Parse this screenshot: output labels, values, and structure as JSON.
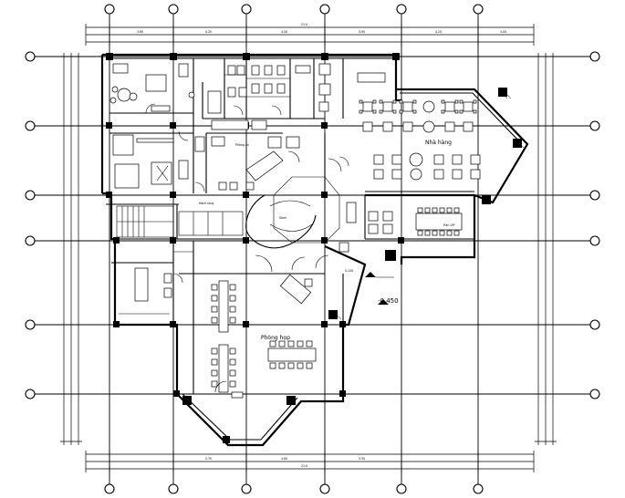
{
  "room_labels": {
    "dining_hall": "Nhà hàng",
    "kitchen_room": "Phòng ăn",
    "meeting_room": "Phòng họp",
    "lobby": "Sảnh",
    "vip_room": "P.ăn VIP",
    "corridor": "Hành lang"
  },
  "level_marks": {
    "level_a": "0.150",
    "level_b": "-0.450"
  },
  "dimension_tags": [
    "21.0",
    "3.60",
    "4.20",
    "4.50",
    "3.90",
    "4.20",
    "3.00",
    "2.70",
    "4.80",
    "3.30"
  ],
  "colors": {
    "ink": "#000000",
    "paper": "#ffffff"
  }
}
